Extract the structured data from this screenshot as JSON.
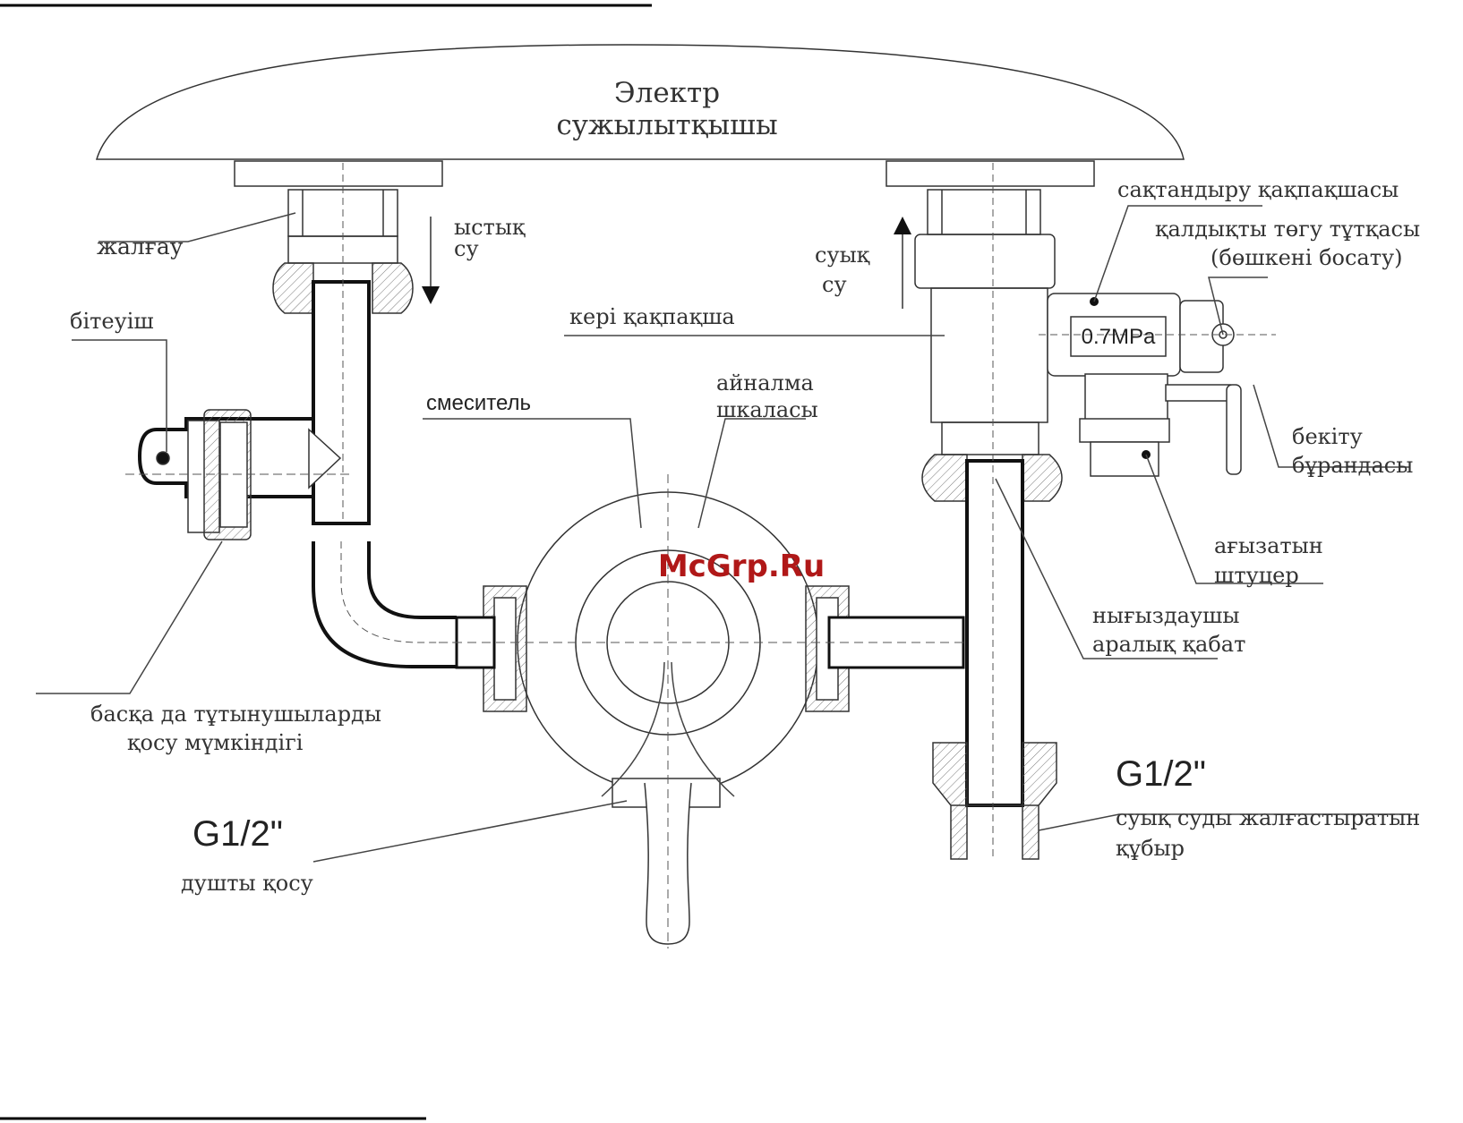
{
  "heater": {
    "line1": "Электр",
    "line2": "сужылытқышы"
  },
  "labels": {
    "coupling": "жалғау",
    "hot_water_1": "ыстық",
    "hot_water_2": "су",
    "cold_water_1": "суық",
    "cold_water_2": "су",
    "plug": "бітеуіш",
    "check_valve": "кері қақпақша",
    "safety_valve": "сақтандыру қақпақшасы",
    "drain_handle_1": "қалдықты төгу тұтқасы",
    "drain_handle_2": "(бөшкені босату)",
    "pressure": "0.7MPa",
    "mixer": "смеситель",
    "scale_1": "айналма",
    "scale_2": "шкаласы",
    "fix_screw_1": "бекіту",
    "fix_screw_2": "бұрандасы",
    "drain_fitting_1": "ағызатын",
    "drain_fitting_2": "штуцер",
    "gasket_1": "нығыздаушы",
    "gasket_2": "аралық қабат",
    "consumers_1": "басқа да тұтынушыларды",
    "consumers_2": "қосу мүмкіндігі",
    "thread_left": "G1/2\"",
    "shower": "душты қосу",
    "thread_right": "G1/2\"",
    "cold_pipe_1": "суық суды жалғастыратын",
    "cold_pipe_2": "құбыр"
  },
  "watermark": "McGrp.Ru",
  "colors": {
    "line": "#222222",
    "text": "#333333",
    "watermark": "#b01818"
  }
}
